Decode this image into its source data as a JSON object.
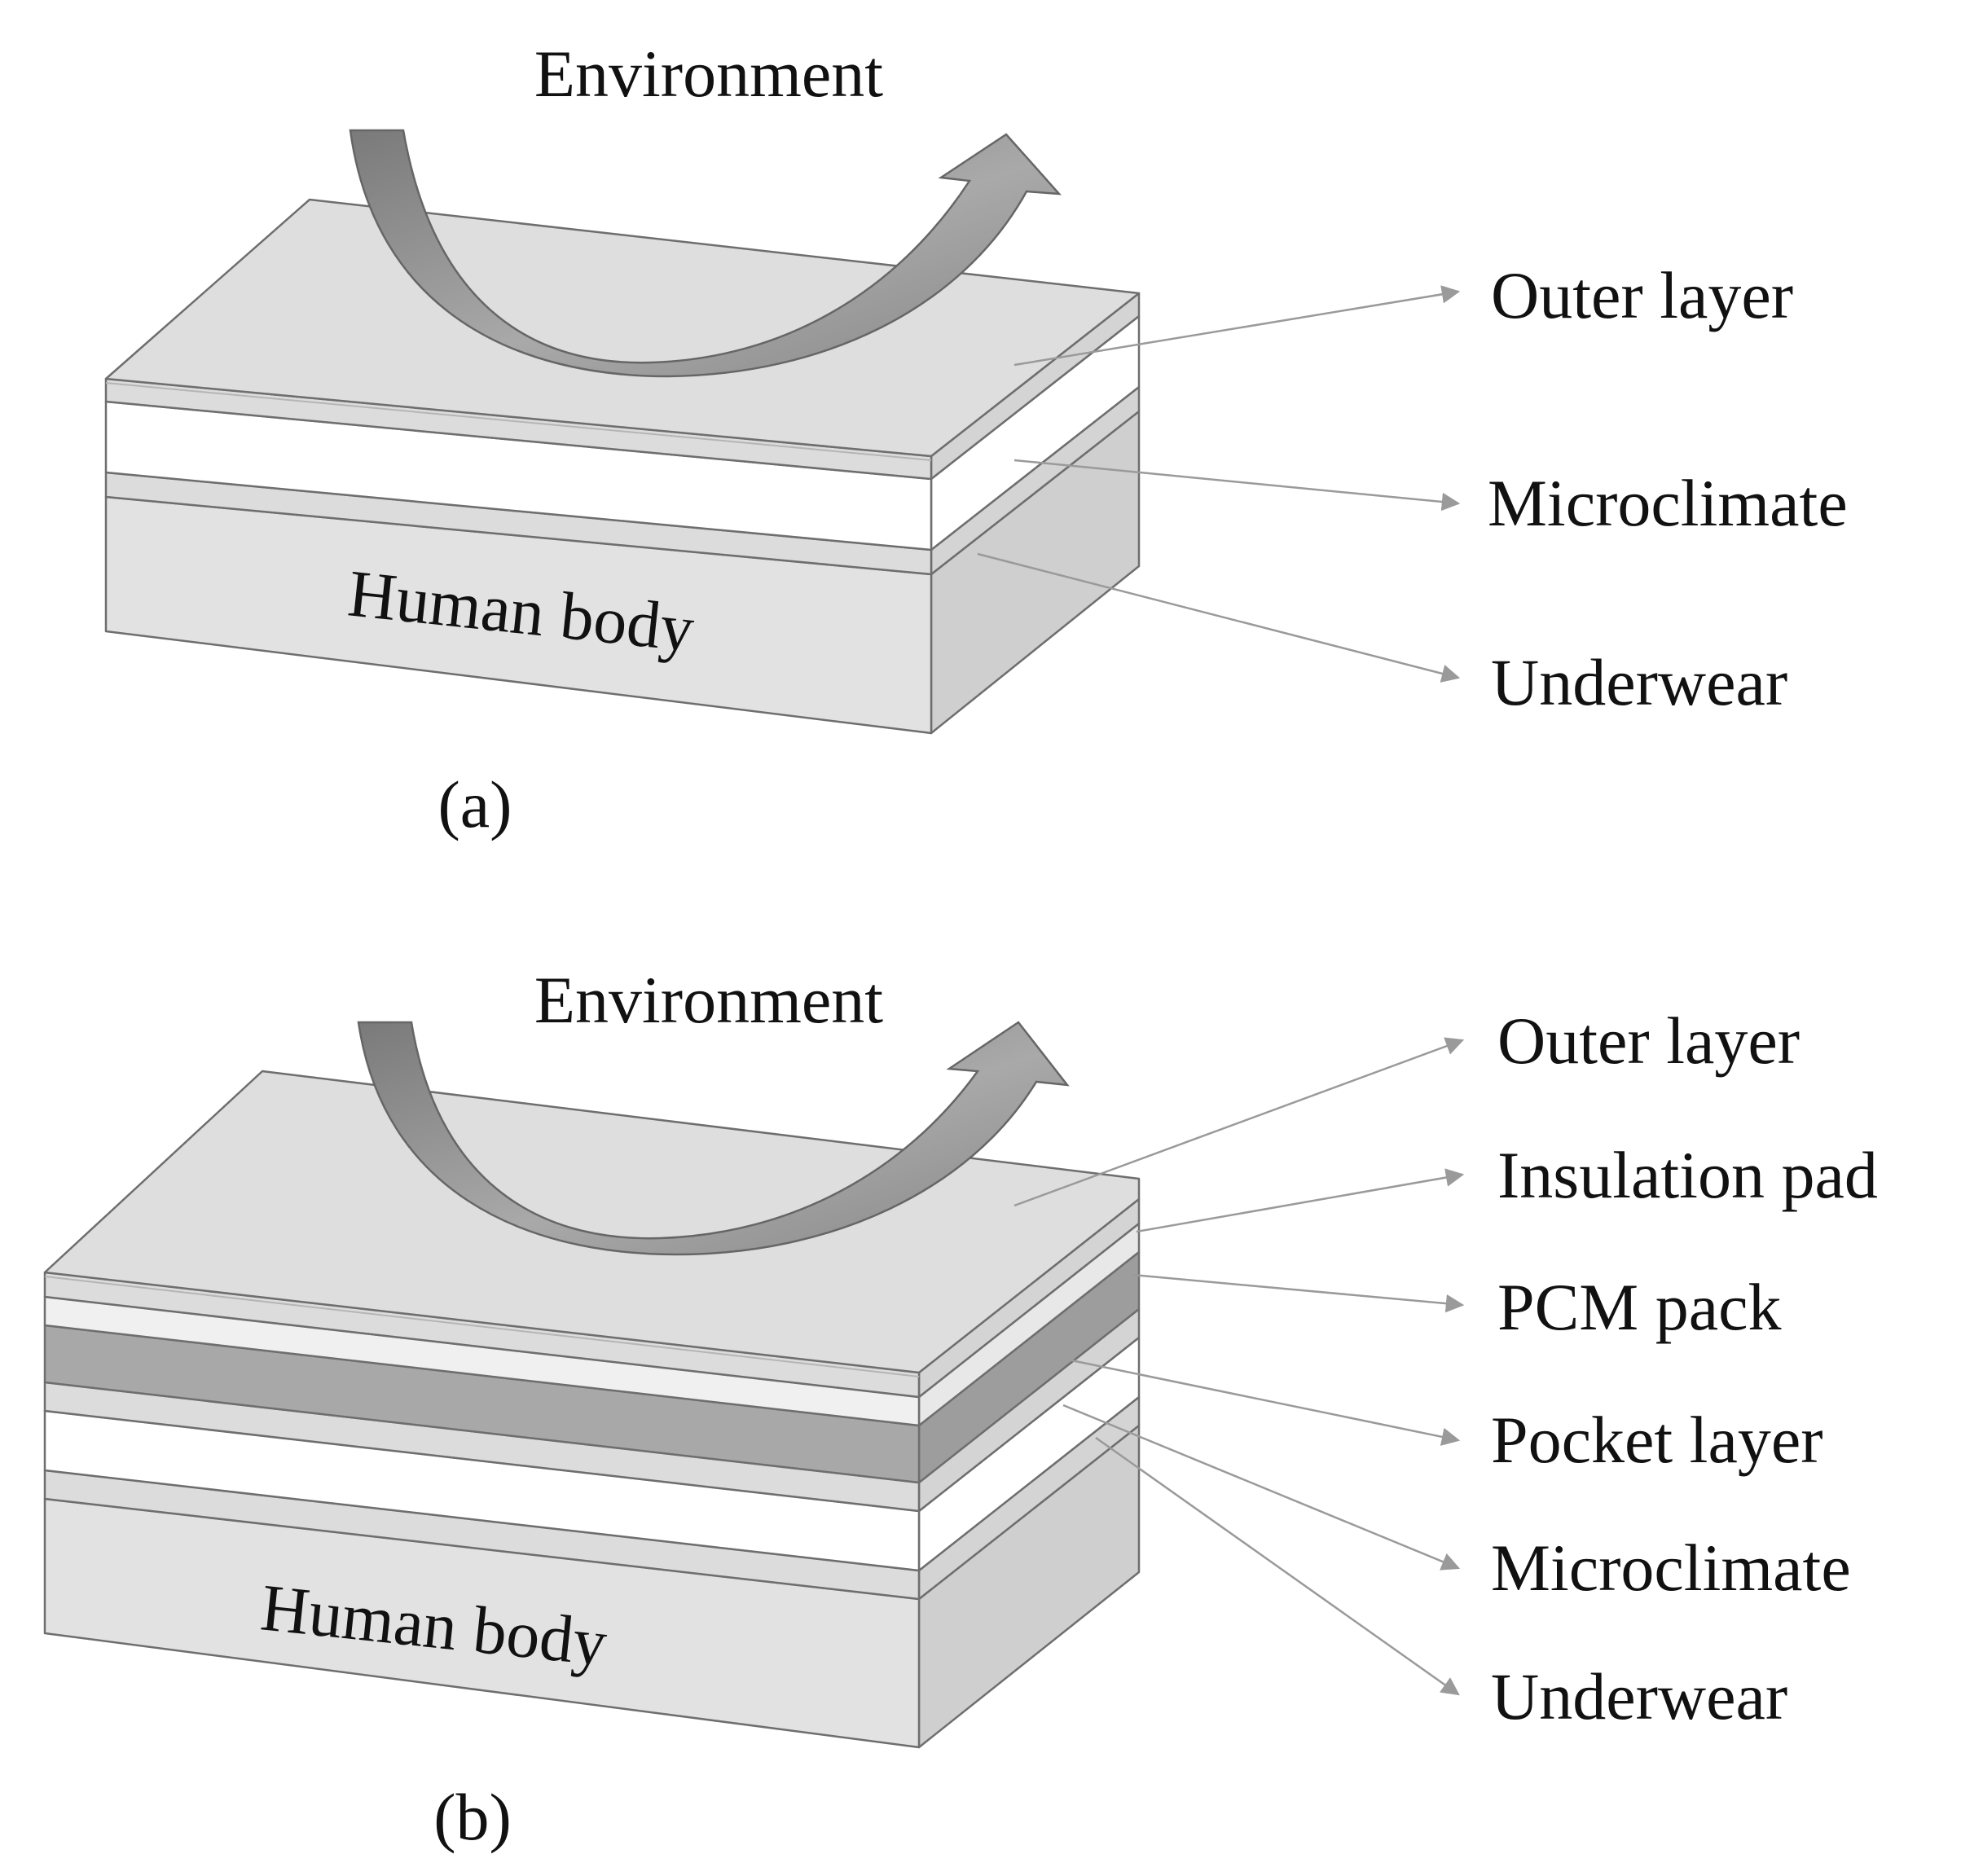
{
  "panel_a": {
    "environment": "Environment",
    "body_label": "Human body",
    "caption": "(a)",
    "layers": [
      "Outer layer",
      "Microclimate",
      "Underwear"
    ]
  },
  "panel_b": {
    "environment": "Environment",
    "body_label": "Human body",
    "caption": "(b)",
    "layers": [
      "Outer layer",
      "Insulation pad",
      "PCM pack",
      "Pocket layer",
      "Microclimate",
      "Underwear"
    ]
  },
  "colors": {
    "layer_gray": "#dedede",
    "side_gray": "#d2d2d2",
    "microclimate": "#ffffff",
    "insulation": "#ececec",
    "pcm": "#a8a8a8",
    "arrow": "#8a8a8a",
    "leader": "#9a9a9a"
  }
}
